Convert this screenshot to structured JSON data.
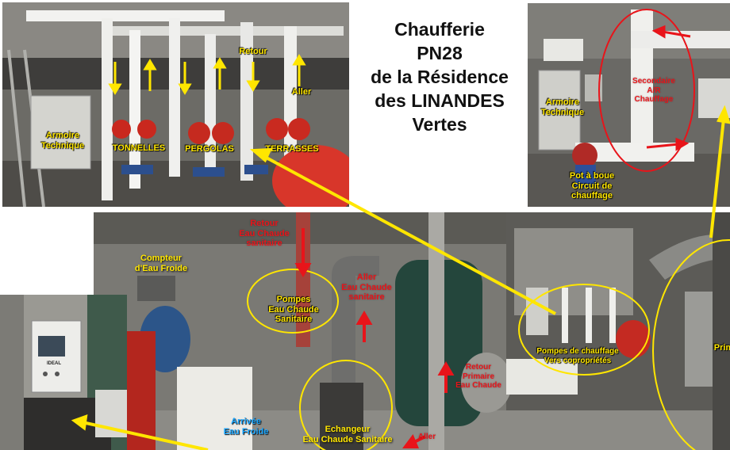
{
  "title": {
    "line1": "Chaufferie",
    "line2": "PN28",
    "line3": "de la Résidence",
    "line4": "des LINANDES",
    "line5": "Vertes"
  },
  "top_left_photo": {
    "armoire": "Armoire\nTechnique",
    "tonnelles": "TONNELLES",
    "pergolas": "PERGOLAS",
    "terrasses": "TERRASSES",
    "retour": "Retour",
    "aller": "Aller"
  },
  "top_right_photo": {
    "secondaire": "Secondaire\nA/R\nChauffage",
    "armoire": "Armoire\nTechnique",
    "pot_a_boue": "Pot à boue\nCircuit de\nchauffage"
  },
  "main_photo": {
    "retour_ecs": "Retour\nEau Chaude\nsanitaire",
    "compteur": "Compteur\nd'Eau Froide",
    "pompes_ecs": "Pompes\nEau Chaude\nSanitaire",
    "aller_ecs": "Aller\nEau Chaude\nsanitaire",
    "retour_primaire": "Retour\nPrimaire\nEau Chaude",
    "pompes_chauffage": "Pompes de chauffage\nVers copropriétés",
    "primaire_partial": "Prim",
    "echangeur": "Echangeur\nEau Chaude Sanitaire",
    "arrivee_ef": "Arrivée\nEau Froide",
    "aller": "Aller"
  },
  "bottom_left_photo": {
    "device_brand": "IDEAL"
  },
  "colors": {
    "annotation_yellow": "#ffe600",
    "annotation_red": "#e8141a",
    "annotation_blue": "#1aa6ff",
    "title_text": "#111111"
  }
}
